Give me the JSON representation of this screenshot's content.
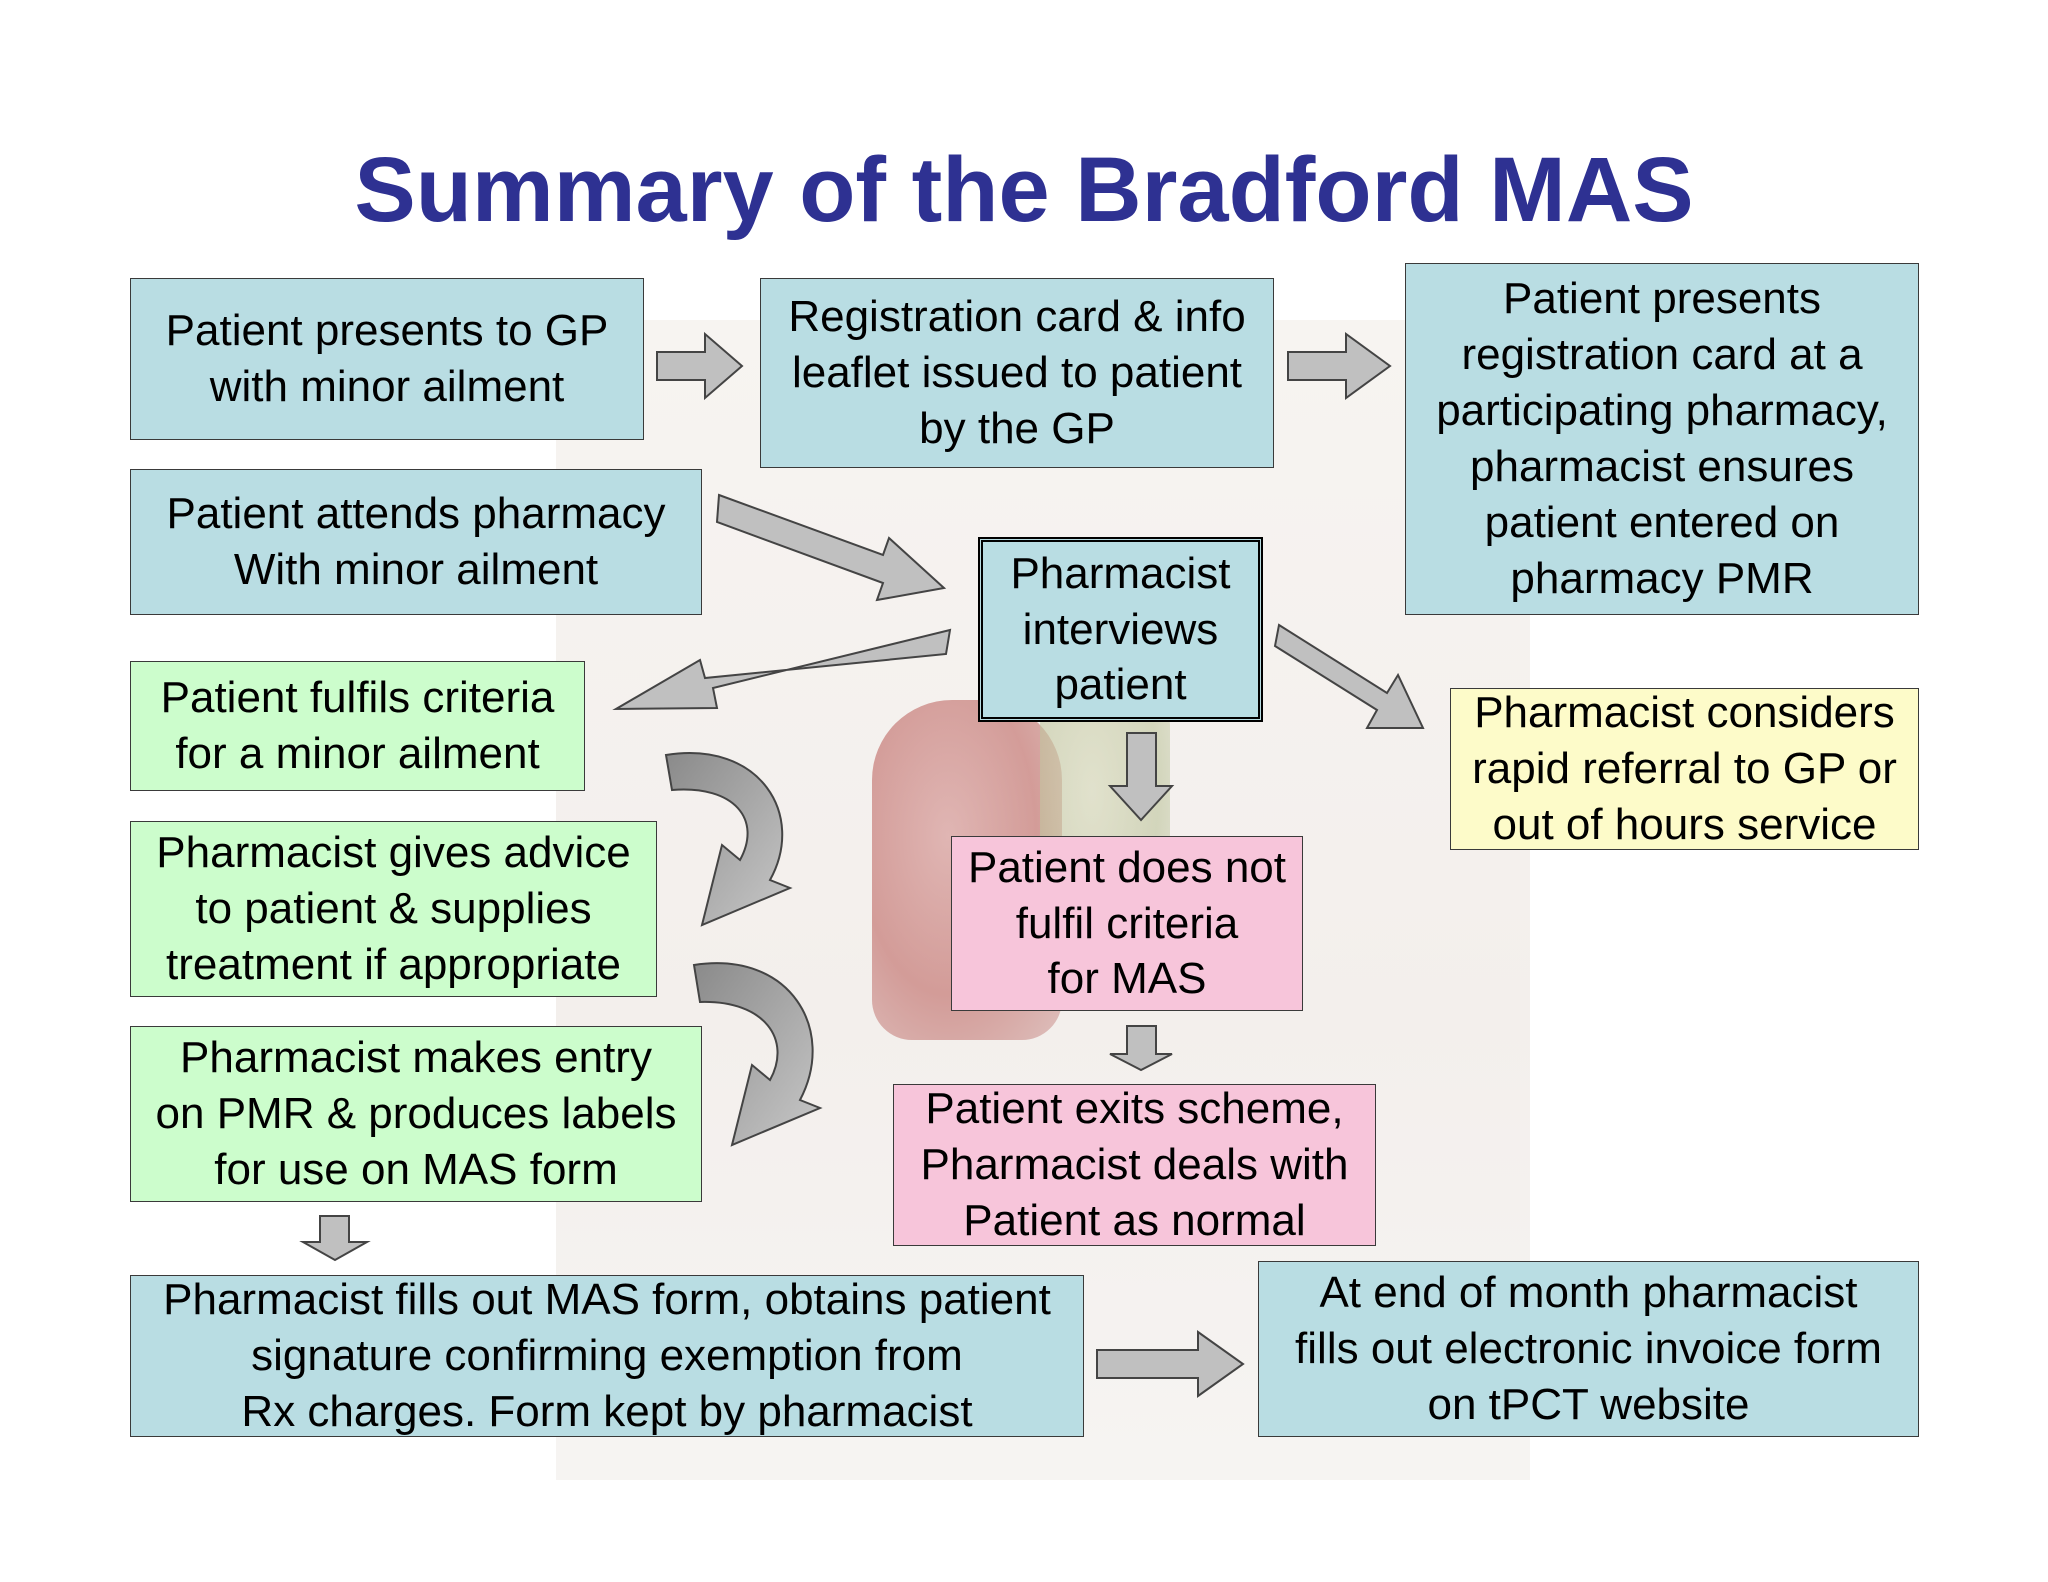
{
  "title": "Summary of the Bradford MAS",
  "boxes": {
    "presents_gp": "Patient presents to GP\nwith minor ailment",
    "registration_card": "Registration card & info\nleaflet issued to patient\nby the GP",
    "presents_card": "Patient presents\nregistration card at a\nparticipating pharmacy,\npharmacist ensures\npatient entered on\npharmacy PMR",
    "attends_pharmacy": "Patient attends pharmacy\nWith minor ailment",
    "interviews": "Pharmacist\ninterviews\npatient",
    "fulfils_criteria": "Patient fulfils criteria\nfor a minor ailment",
    "rapid_referral": "Pharmacist considers\nrapid referral to GP or\nout of hours service",
    "gives_advice": "Pharmacist gives advice\nto patient & supplies\ntreatment if appropriate",
    "not_fulfil": "Patient does not\nfulfil criteria\nfor MAS",
    "makes_entry": "Pharmacist makes entry\non PMR & produces labels\nfor use on MAS form",
    "exits_scheme": "Patient exits scheme,\nPharmacist deals with\nPatient as normal",
    "fills_form": "Pharmacist fills out MAS form, obtains patient\nsignature confirming exemption from\nRx charges.  Form kept by pharmacist",
    "end_of_month": "At end of month pharmacist\nfills out electronic invoice form\non tPCT website"
  },
  "colors": {
    "title": "#2e3192",
    "blue_box": "#b9dde3",
    "green_box": "#ccfdcc",
    "pink_box": "#f7c5da",
    "yellow_box": "#fdfbc9",
    "arrow_fill": "#c0c0c0"
  }
}
